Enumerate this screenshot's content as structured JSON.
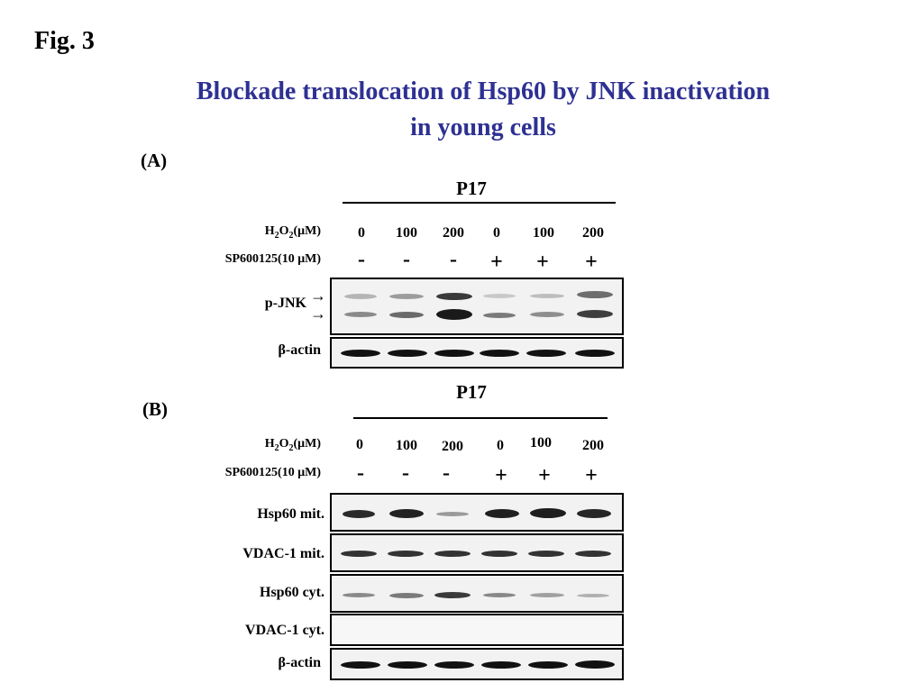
{
  "figure": {
    "label": "Fig. 3",
    "title_line1": "Blockade translocation of Hsp60 by JNK inactivation",
    "title_line2": "in young cells"
  },
  "panel_a": {
    "label": "(A)",
    "group": "P17",
    "h2o2_label": "H2O2(μM)",
    "sp_label": "SP600125(10 μM)",
    "h2o2_values": [
      "0",
      "100",
      "200",
      "0",
      "100",
      "200"
    ],
    "sp_values": [
      "-",
      "-",
      "-",
      "+",
      "+",
      "+"
    ],
    "blots": [
      {
        "name": "p-JNK",
        "arrow_up": "→",
        "arrow_down": "→"
      },
      {
        "name": "β-actin"
      }
    ]
  },
  "panel_b": {
    "label": "(B)",
    "group": "P17",
    "h2o2_label": "H2O2(μM)",
    "sp_label": "SP600125(10 μM)",
    "h2o2_values": [
      "0",
      "100",
      "200",
      "0",
      "100",
      "200"
    ],
    "sp_values": [
      "-",
      "-",
      "-",
      "+",
      "+",
      "+"
    ],
    "blots": [
      {
        "name": "Hsp60 mit."
      },
      {
        "name": "VDAC-1 mit."
      },
      {
        "name": "Hsp60 cyt."
      },
      {
        "name": "VDAC-1 cyt."
      },
      {
        "name": "β-actin"
      }
    ]
  }
}
